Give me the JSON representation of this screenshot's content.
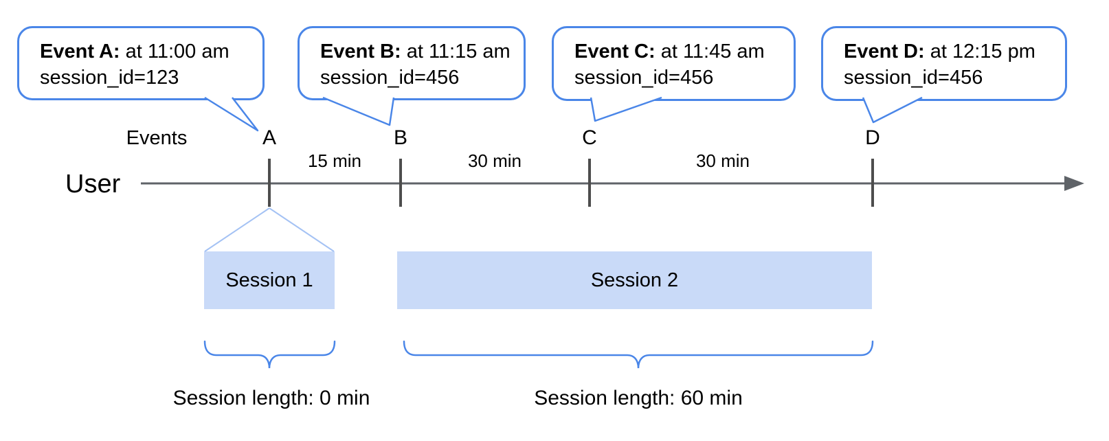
{
  "colors": {
    "accent_blue": "#4a86e8",
    "funnel_blue": "#a4c2f4",
    "session_bar_fill": "#c9daf8",
    "timeline_gray": "#5f6368"
  },
  "bubbles": [
    {
      "title": "Event A:",
      "time": " at 11:00 am",
      "session_id": "session_id=123"
    },
    {
      "title": "Event B:",
      "time": " at 11:15 am",
      "session_id": "session_id=456"
    },
    {
      "title": "Event C:",
      "time": " at 11:45 am",
      "session_id": "session_id=456"
    },
    {
      "title": "Event D:",
      "time": " at 12:15 pm",
      "session_id": "session_id=456"
    }
  ],
  "timeline": {
    "events_label": "Events",
    "user_label": "User",
    "event_marks": [
      "A",
      "B",
      "C",
      "D"
    ],
    "intervals": [
      "15 min",
      "30 min",
      "30 min"
    ]
  },
  "sessions": [
    {
      "label": "Session 1",
      "length_label": "Session length: 0 min"
    },
    {
      "label": "Session 2",
      "length_label": "Session length: 60 min"
    }
  ]
}
